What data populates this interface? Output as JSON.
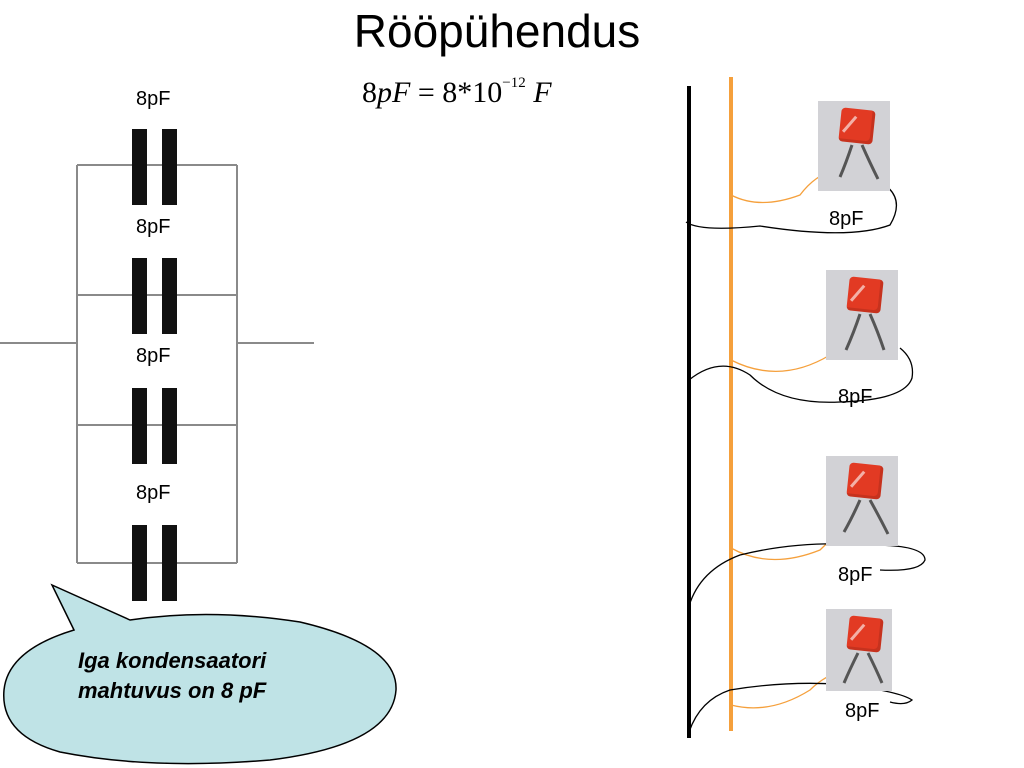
{
  "title": "Rööpühendus",
  "formula": {
    "lhs_number": "8",
    "lhs_unit": "pF",
    "equals": "=",
    "rhs_mantissa": "8",
    "times": "*",
    "base": "10",
    "exponent": "−12",
    "rhs_unit": "F"
  },
  "schematic": {
    "capacitor_labels": [
      "8pF",
      "8pF",
      "8pF",
      "8pF"
    ]
  },
  "photo_board": {
    "capacitor_labels": [
      "8pF",
      "8pF",
      "8pF",
      "8pF"
    ]
  },
  "callout": {
    "line1": "Iga kondensaatori",
    "line2": "mahtuvus on 8 pF"
  },
  "colors": {
    "wire_gray": "#8a8a8a",
    "plate_black": "#111111",
    "rail_black": "#000000",
    "rail_orange": "#f5a03c",
    "bubble_fill": "#bfe3e6",
    "capacitor_red": "#e23a23"
  }
}
